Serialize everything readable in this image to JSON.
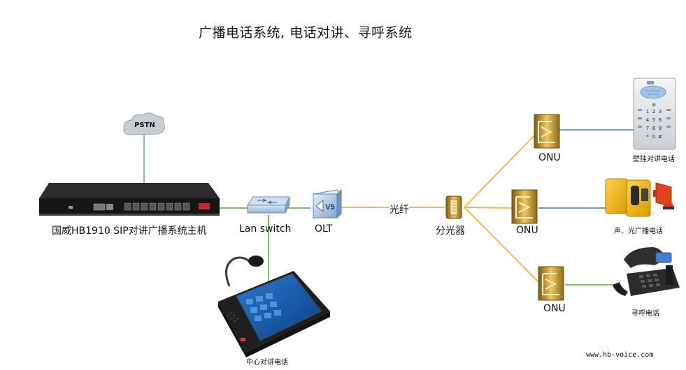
{
  "title": "广播电话系统, 电话对讲、寻呼系统",
  "pstn": "PSTN",
  "host": "国威HB1910 SIP对讲广播系统主机",
  "lan_switch": "Lan switch",
  "olt": "OLT",
  "olt_badge": "V5",
  "fiber": "光纤",
  "splitter": "分光器",
  "onu_label": "ONU",
  "wall_phone": "壁挂对讲电话",
  "broadcast_phone": "声、光广播电话",
  "paging_phone": "寻呼电话",
  "console": "中心对讲电话",
  "watermark": "www.hb-voice.com",
  "keypad": [
    "1",
    "2",
    "3",
    "4",
    "5",
    "6",
    "7",
    "8",
    "9",
    "*",
    "0",
    "#"
  ],
  "colors": {
    "ethernet": "#6abf45",
    "fiber": "#f6b52a",
    "phone_line": "#4a8fd4"
  }
}
